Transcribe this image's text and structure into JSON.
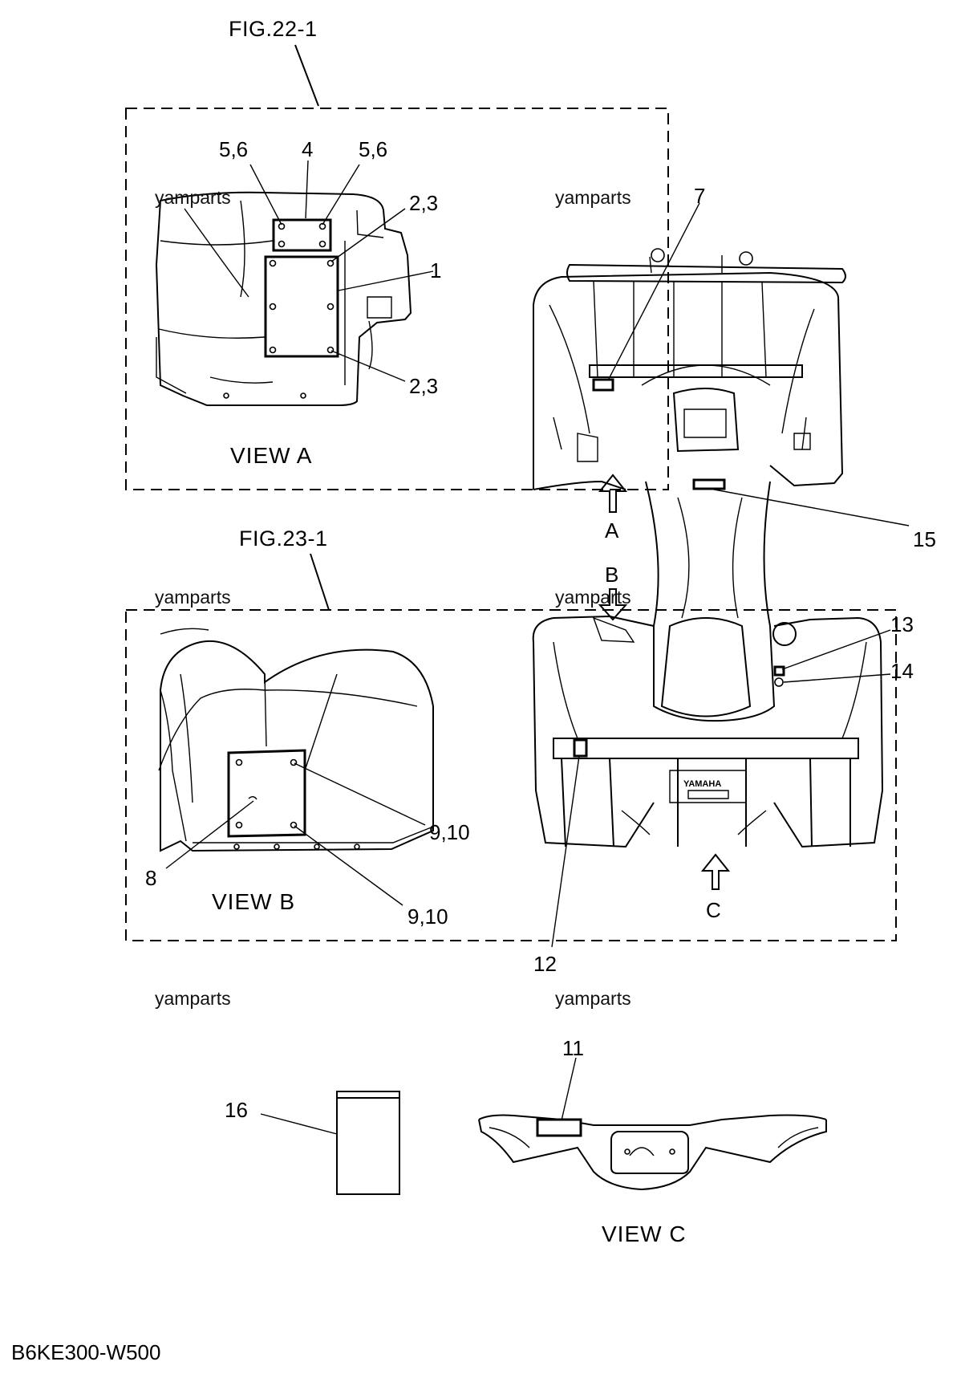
{
  "figure_refs": {
    "fig_22": "FIG.22-1",
    "fig_23": "FIG.23-1"
  },
  "views": {
    "view_a": "VIEW A",
    "view_b": "VIEW B",
    "view_c": "VIEW C"
  },
  "arrows": {
    "a": "A",
    "b": "B",
    "c": "C"
  },
  "callouts": {
    "c1": "1",
    "c2_3_top": "2,3",
    "c2_3_bottom": "2,3",
    "c4": "4",
    "c5_6_left": "5,6",
    "c5_6_right": "5,6",
    "c7": "7",
    "c8": "8",
    "c9_10_top": "9,10",
    "c9_10_bottom": "9,10",
    "c11": "11",
    "c12": "12",
    "c13": "13",
    "c14": "14",
    "c15": "15",
    "c16": "16"
  },
  "watermarks": {
    "w1": "yamparts",
    "w2": "yamparts",
    "w3": "yamparts",
    "w4": "yamparts",
    "w5": "yamparts",
    "w6": "yamparts"
  },
  "drawing_code": "B6KE300-W500"
}
